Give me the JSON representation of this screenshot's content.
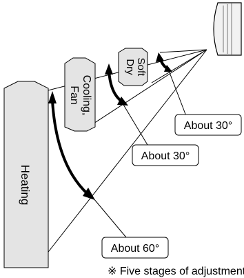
{
  "diagram": {
    "zones": {
      "heating": "Heating",
      "cooling_fan": [
        "Cooling,",
        "Fan"
      ],
      "soft_dry": [
        "Soft",
        "Dry"
      ]
    },
    "callouts": {
      "soft_dry_angle": "About 30°",
      "cooling_angle": "About 30°",
      "heating_angle": "About 60°"
    },
    "note": "※  Five stages of adjustment"
  }
}
